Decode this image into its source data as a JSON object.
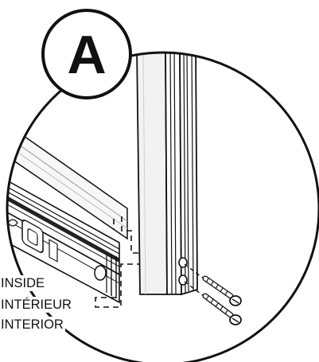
{
  "step": {
    "letter": "A"
  },
  "labels": {
    "line1": "INSIDE",
    "line2": "INTÉRIEUR",
    "line3": "INTERIOR"
  },
  "colors": {
    "ink": "#111111",
    "background": "#ffffff",
    "panel_shade": "#f2f2f2"
  },
  "icons": {
    "screw": "screw-icon",
    "detail_circle": "magnified-detail-circle"
  }
}
